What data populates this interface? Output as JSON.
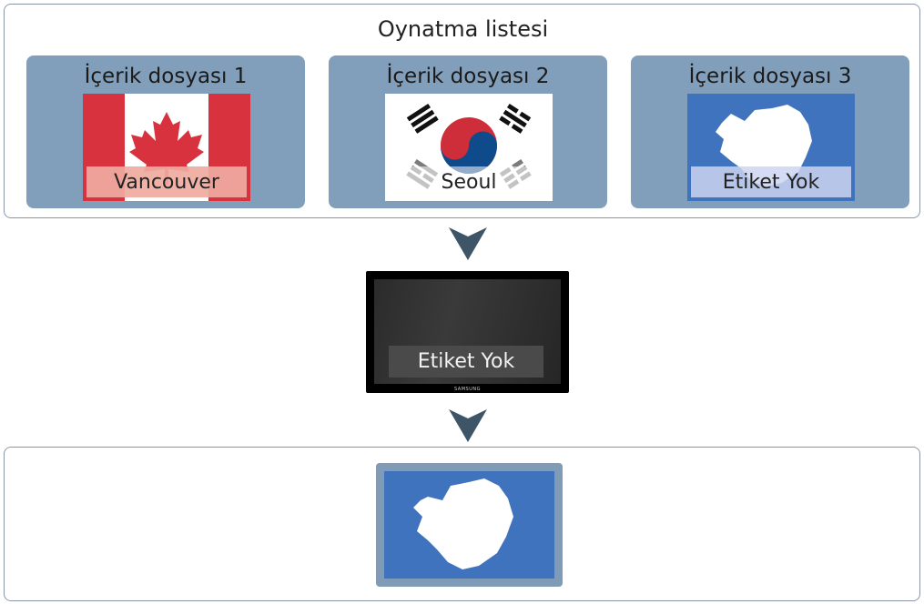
{
  "playlist": {
    "title": "Oynatma listesi",
    "items": [
      {
        "title": "İçerik dosyası 1",
        "tag": "Vancouver",
        "flag_icon": "canada-flag-icon"
      },
      {
        "title": "İçerik dosyası 2",
        "tag": "Seoul",
        "flag_icon": "south-korea-flag-icon"
      },
      {
        "title": "İçerik dosyası 3",
        "tag": "Etiket Yok",
        "flag_icon": "antarctica-flag-icon"
      }
    ]
  },
  "display": {
    "tag": "Etiket Yok",
    "brand": "SAMSUNG"
  },
  "result": {
    "flag_icon": "antarctica-flag-icon"
  },
  "colors": {
    "card_bg": "#819fba",
    "canada_red": "#d8323e",
    "antarctica_blue": "#3f73bd",
    "arrow": "#3d5566"
  }
}
